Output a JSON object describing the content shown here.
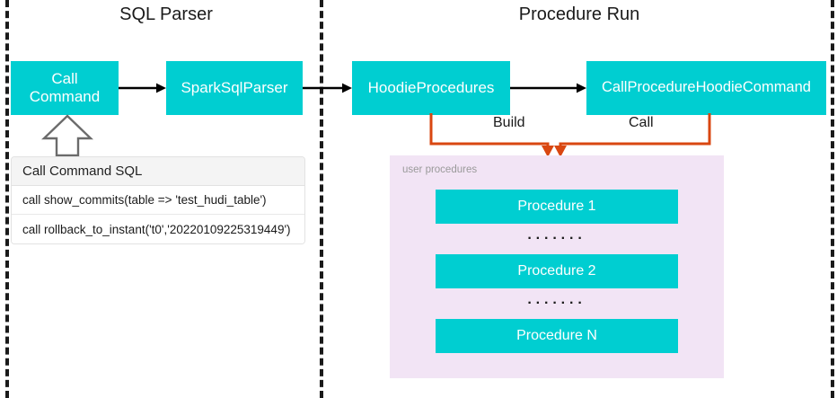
{
  "sections": [
    {
      "title": "SQL Parser"
    },
    {
      "title": "Procedure Run"
    }
  ],
  "nodes": {
    "call_command": "Call\nCommand",
    "call_command_line1": "Call",
    "call_command_line2": "Command",
    "spark_sql_parser": "SparkSqlParser",
    "hoodie_procedures": "HoodieProcedures",
    "call_procedure_hoodie_command": "CallProcedureHoodieCommand"
  },
  "sql_table": {
    "header": "Call Command SQL",
    "rows": [
      "call show_commits(table => 'test_hudi_table')",
      "call rollback_to_instant('t0','20220109225319449')"
    ]
  },
  "connectors": {
    "build_label": "Build",
    "call_label": "Call"
  },
  "user_procedures": {
    "label": "user procedures",
    "items": [
      "Procedure 1",
      "Procedure 2",
      "Procedure N"
    ],
    "ellipsis": "·······"
  },
  "colors": {
    "node_fill": "#00CED1",
    "node_text": "#FFFFFF",
    "panel_fill": "#F2E4F5",
    "connector_orange": "#D94711",
    "divider": "#1A1A1A",
    "muted_text": "#9A9A9A"
  }
}
